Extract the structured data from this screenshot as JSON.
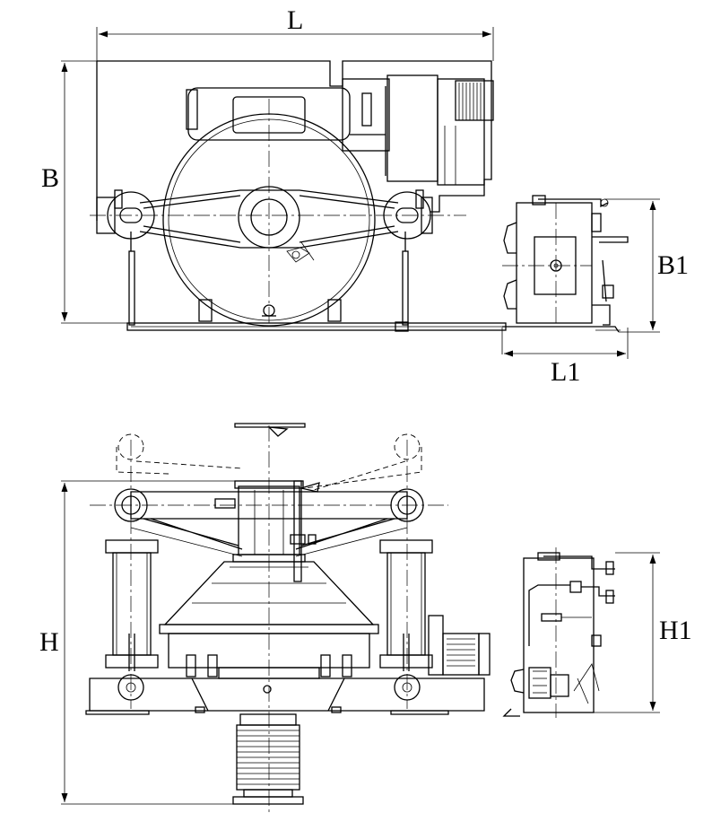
{
  "drawing": {
    "dimension_labels": {
      "L": "L",
      "B": "B",
      "B1": "B1",
      "L1": "L1",
      "H": "H",
      "H1": "H1"
    }
  }
}
